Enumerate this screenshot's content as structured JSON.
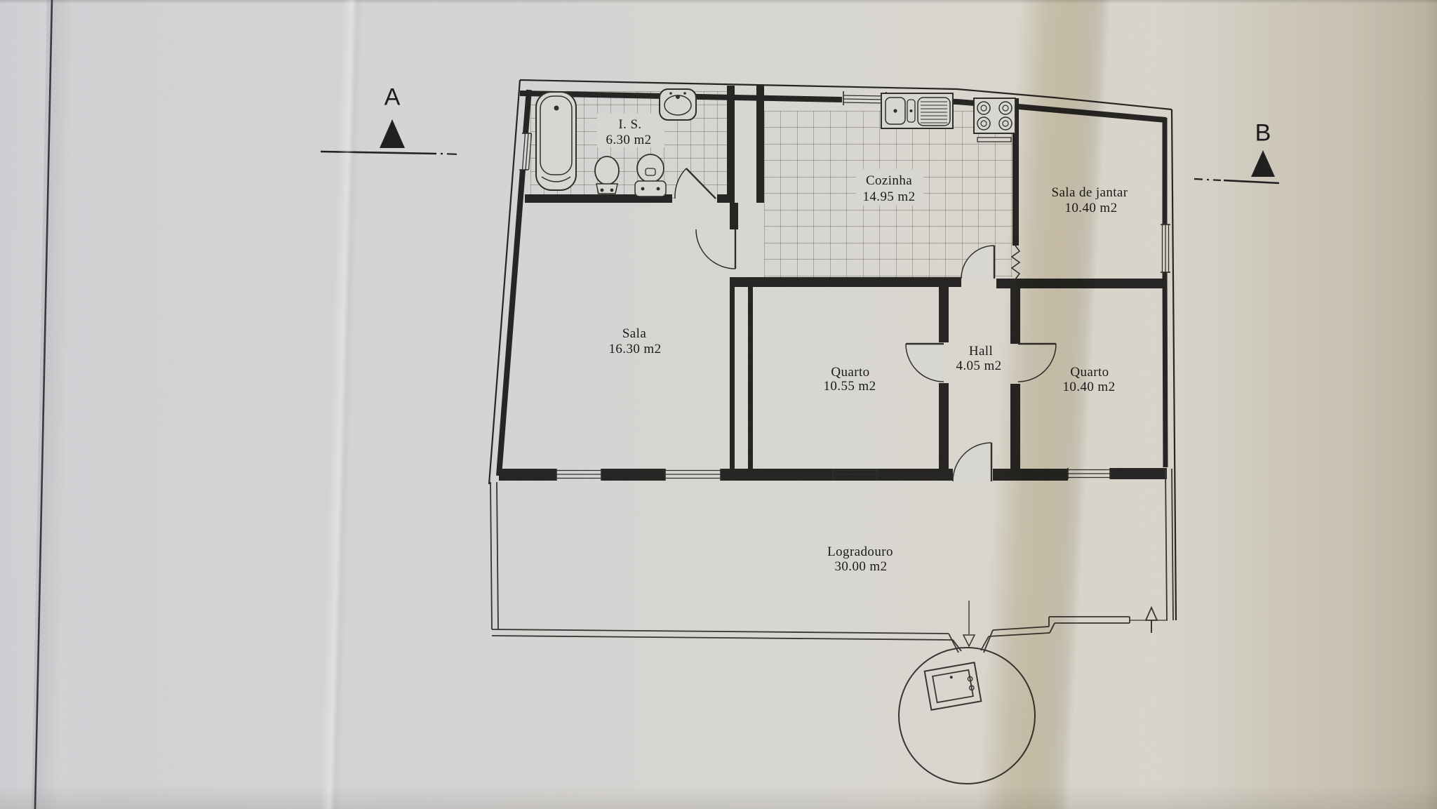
{
  "document_kind": "architectural floor plan (scanned)",
  "rooms": [
    {
      "id": "is",
      "name": "I. S.",
      "area": "6.30 m2"
    },
    {
      "id": "cozinha",
      "name": "Cozinha",
      "area": "14.95 m2"
    },
    {
      "id": "sala-de-jantar",
      "name": "Sala de jantar",
      "area": "10.40 m2"
    },
    {
      "id": "sala",
      "name": "Sala",
      "area": "16.30 m2"
    },
    {
      "id": "quarto-1",
      "name": "Quarto",
      "area": "10.55 m2"
    },
    {
      "id": "hall",
      "name": "Hall",
      "area": "4.05 m2"
    },
    {
      "id": "quarto-2",
      "name": "Quarto",
      "area": "10.40 m2"
    },
    {
      "id": "logradouro",
      "name": "Logradouro",
      "area": "30.00 m2"
    }
  ],
  "section_markers": {
    "a": "A",
    "b": "B"
  },
  "icons": [
    "bathtub-icon",
    "washbasin-icon",
    "bidet-icon",
    "toilet-icon",
    "kitchen-sink-icon",
    "stove-icon",
    "door-arc-icon",
    "window-icon",
    "section-triangle-icon",
    "entrance-arrow-icon",
    "water-tank-icon"
  ],
  "colors": {
    "paper": "#d9d7d2",
    "fold": "#d8cfba",
    "ink": "#2d2b28",
    "wall": "#232220",
    "tile": "#55504a"
  }
}
